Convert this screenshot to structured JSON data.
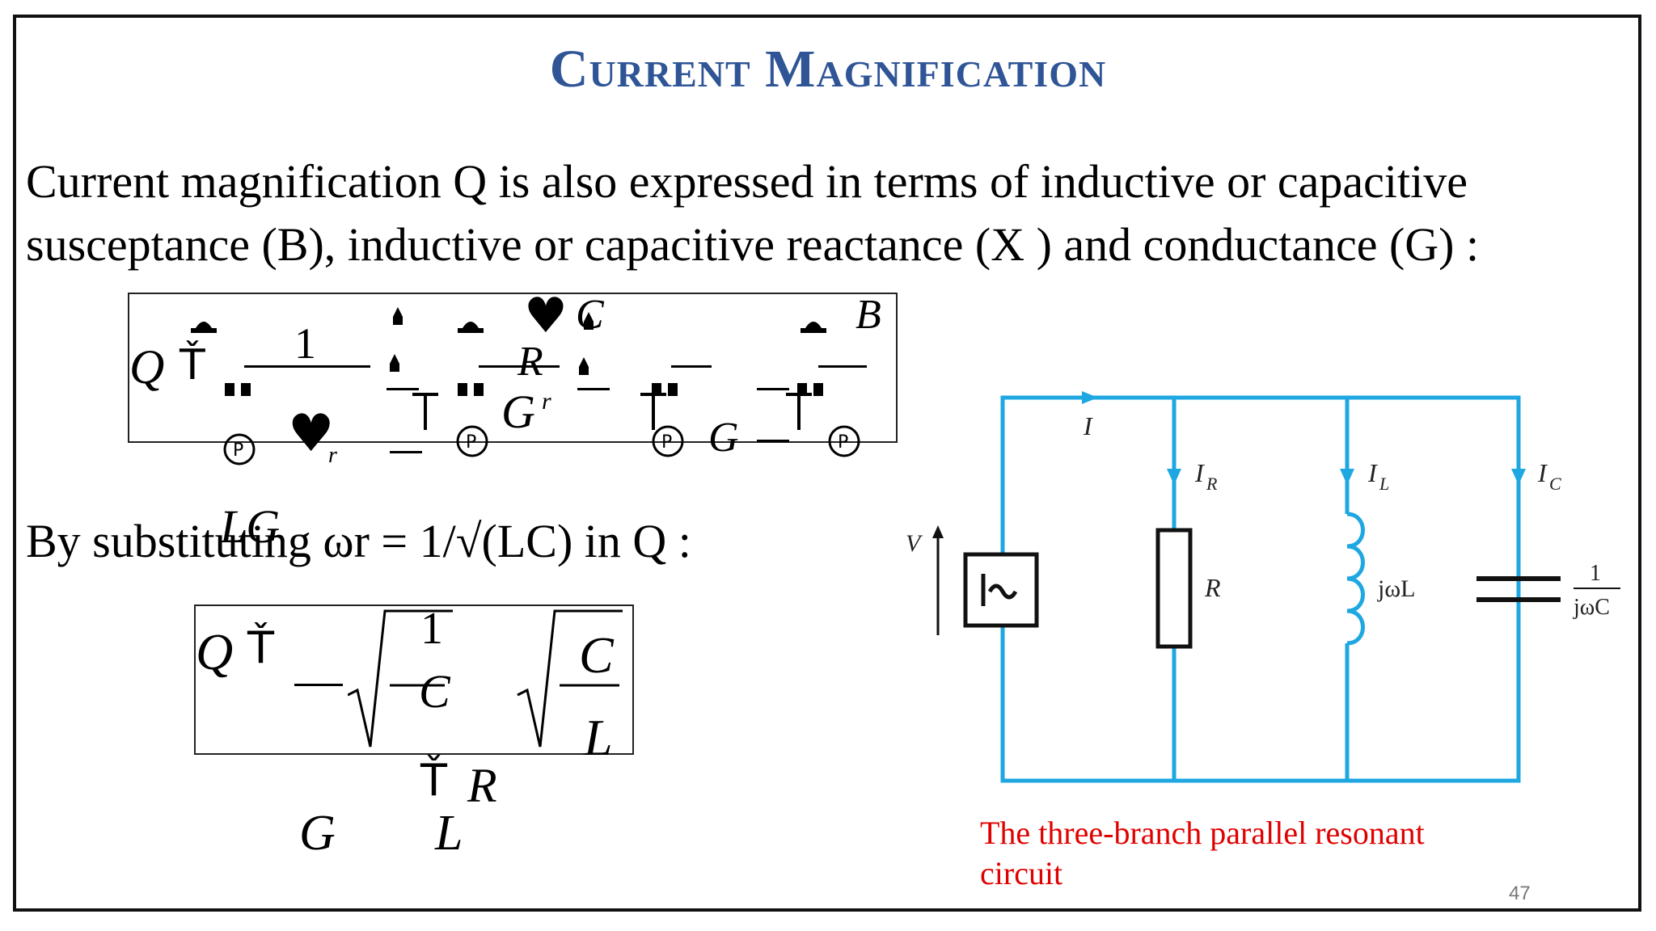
{
  "slide": {
    "title": "Current Magnification",
    "intro_text": "Current magnification Q is also expressed in terms of inductive or capacitive susceptance (B), inductive or capacitive reactance (X ) and conductance (G) :",
    "substitution_text": "By substituting ωr = 1/√(LC) in Q :",
    "page_number": "47"
  },
  "equation_box_1": {
    "q": "Q",
    "eq1": "Ť",
    "one": "1",
    "heart": "♥",
    "sub_r": "r",
    "c": "C",
    "r_symbol": "R",
    "g_r": "G",
    "sup_r": "r",
    "g": "G",
    "b": "B",
    "lg": "LG"
  },
  "equation_box_2": {
    "q": "Q",
    "eq": "Ť",
    "one": "1",
    "c_in_root": "C",
    "c_numer": "C",
    "l_denom": "L",
    "eq_below": "Ť",
    "r": "R",
    "g": "G",
    "l": "L"
  },
  "circuit": {
    "label_i": "I",
    "label_ir": "I",
    "label_ir_sub": "R",
    "label_il": "I",
    "label_il_sub": "L",
    "label_ic": "I",
    "label_ic_sub": "C",
    "label_v": "V",
    "label_r": "R",
    "label_jwl": "jωL",
    "cap_numer": "1",
    "cap_denom": "jωC",
    "wire_color": "#1ea7e1",
    "caption": "The three-branch parallel resonant circuit"
  }
}
